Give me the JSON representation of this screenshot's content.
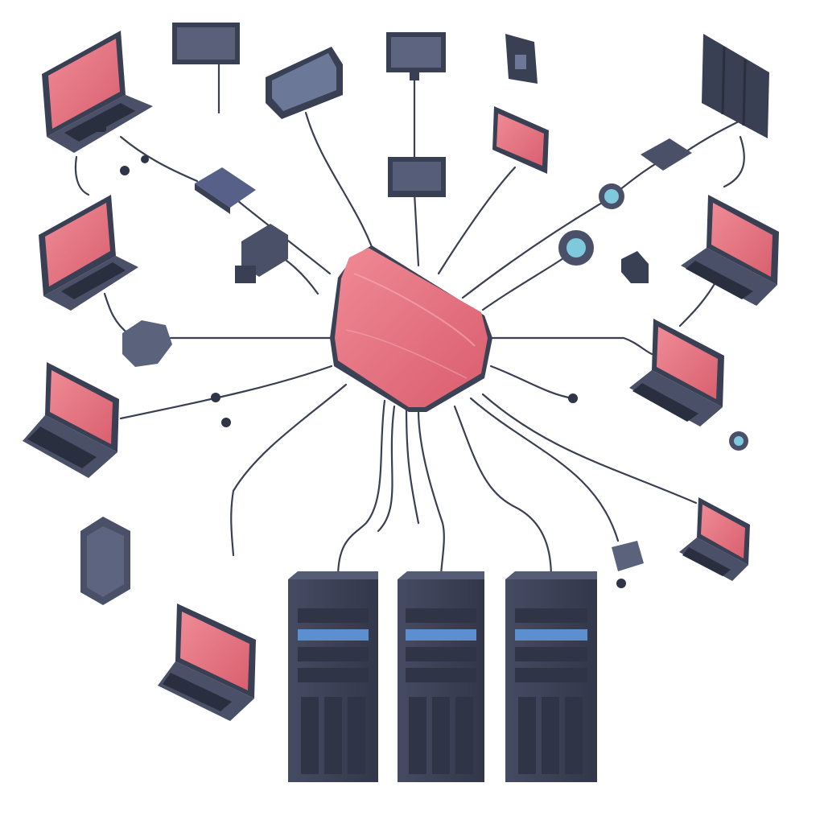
{
  "diagram": {
    "type": "network-topology",
    "hub": {
      "icon": "network-switch-icon"
    },
    "colors": {
      "device_body": "#4a5068",
      "device_dark": "#2f3446",
      "screen": "#e0707f",
      "hub": "#e4727f",
      "server_indicator": "#5b8fcf",
      "sensor_glow": "#7fc9dc",
      "wire": "#3a3f52"
    },
    "device_counts": {
      "laptops": 7,
      "monitors": 4,
      "servers": 3
    },
    "text_labels": []
  }
}
